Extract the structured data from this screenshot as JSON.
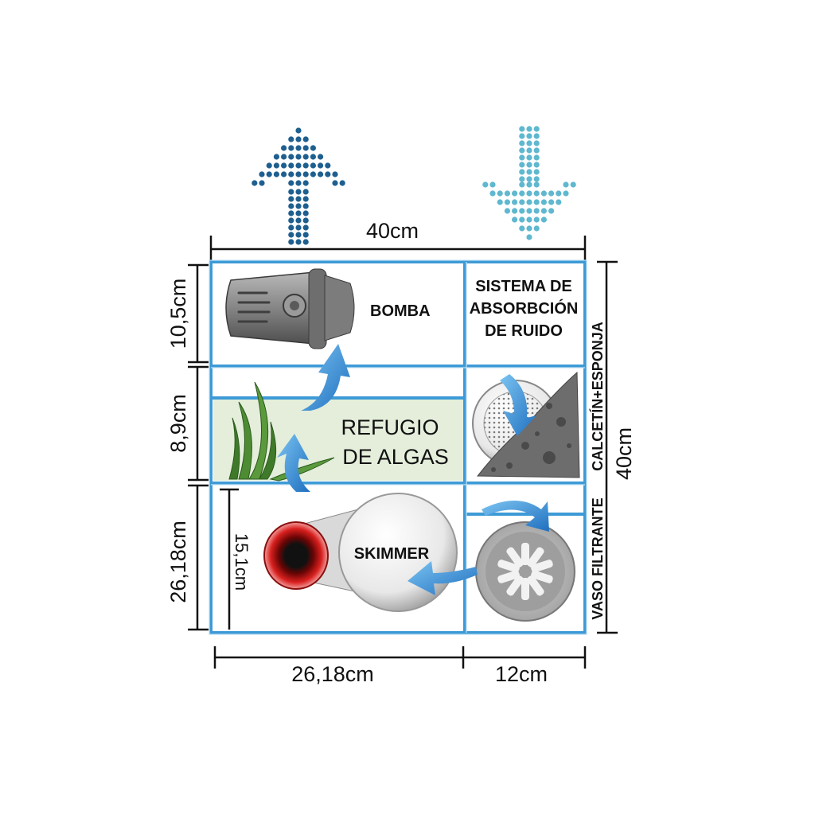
{
  "dimensions": {
    "top_width": "40cm",
    "right_height": "40cm",
    "left_top": "10,5cm",
    "left_mid": "8,9cm",
    "left_bottom": "26,18cm",
    "inner_height": "15,1cm",
    "bottom_left": "26,18cm",
    "bottom_right": "12cm"
  },
  "labels": {
    "pump": "BOMBA",
    "noise_line1": "SISTEMA DE",
    "noise_line2": "ABSORBCIÓN",
    "noise_line3": "DE RUIDO",
    "refuge_line1": "REFUGIO",
    "refuge_line2": "DE ALGAS",
    "skimmer": "SKIMMER",
    "side_upper": "CALCETÍN+ESPONJA",
    "side_lower": "VASO FILTRANTE"
  },
  "colors": {
    "frame": "#3d9ad6",
    "arrow_up": "#1e5f8f",
    "arrow_down": "#5fb8cf",
    "flow_arrow": "#3a8fd8",
    "refuge_bg": "#e4eedb",
    "skimmer_red": "#d8201e"
  },
  "icons": [
    "arrow-up-dotted-icon",
    "arrow-down-dotted-icon",
    "pump-icon",
    "filter-sock-icon",
    "rock-icon",
    "filter-cup-icon",
    "skimmer-icon",
    "algae-icon",
    "flow-arrow-icon"
  ]
}
